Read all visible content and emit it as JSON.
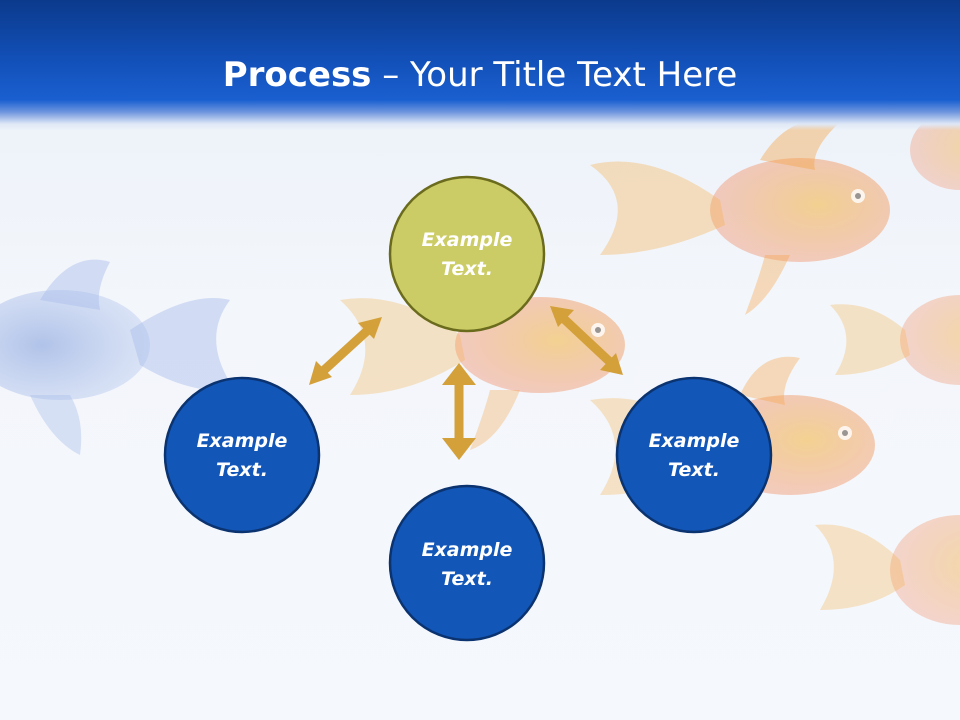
{
  "header": {
    "title_bold": "Process",
    "title_rest": " – Your Title Text Here"
  },
  "colors": {
    "center_fill": "#cccc66",
    "center_stroke": "#6b6b1e",
    "outer_fill": "#1256b8",
    "outer_stroke": "#0b3370",
    "arrow": "#d4a03a"
  },
  "nodes": {
    "center": {
      "line1": "Example",
      "line2": "Text."
    },
    "left": {
      "line1": "Example",
      "line2": "Text."
    },
    "right": {
      "line1": "Example",
      "line2": "Text."
    },
    "bottom": {
      "line1": "Example",
      "line2": "Text."
    }
  }
}
